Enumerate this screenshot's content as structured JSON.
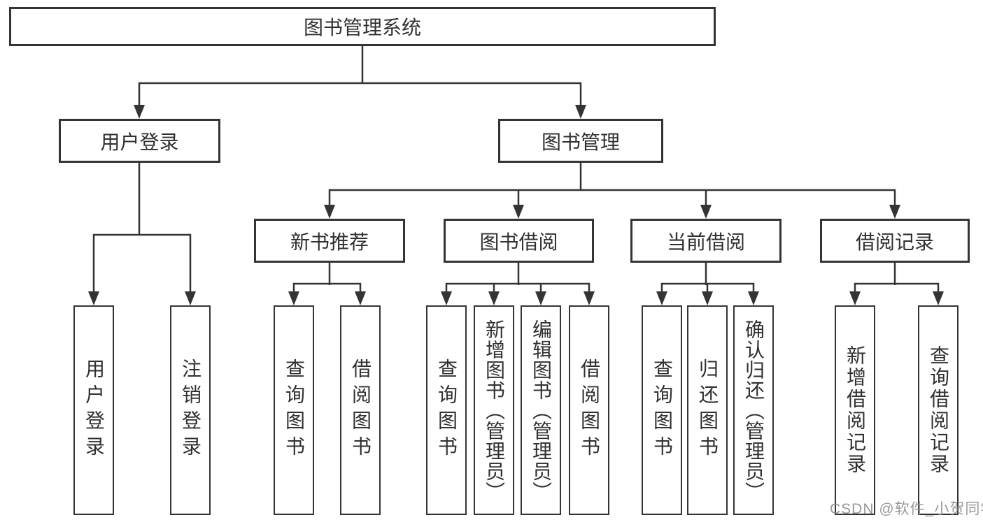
{
  "tree": {
    "label": "图书管理系统",
    "children": [
      {
        "label": "用户登录",
        "children": [
          {
            "label": "用户登录"
          },
          {
            "label": "注销登录"
          }
        ]
      },
      {
        "label": "图书管理",
        "children": [
          {
            "label": "新书推荐",
            "children": [
              {
                "label": "查询图书"
              },
              {
                "label": "借阅图书"
              }
            ]
          },
          {
            "label": "图书借阅",
            "children": [
              {
                "label": "查询图书"
              },
              {
                "label": "新增图书（管理员）"
              },
              {
                "label": "编辑图书（管理员）"
              },
              {
                "label": "借阅图书"
              }
            ]
          },
          {
            "label": "当前借阅",
            "children": [
              {
                "label": "查询图书"
              },
              {
                "label": "归还图书"
              },
              {
                "label": "确认归还（管理员）"
              }
            ]
          },
          {
            "label": "借阅记录",
            "children": [
              {
                "label": "新增借阅记录"
              },
              {
                "label": "查询借阅记录"
              }
            ]
          }
        ]
      }
    ]
  },
  "watermark": "CSDN @软件_小贺同学",
  "colors": {
    "line": "#343434",
    "text": "#303030",
    "background": "#ffffff",
    "watermark": "#8f8f8f"
  }
}
